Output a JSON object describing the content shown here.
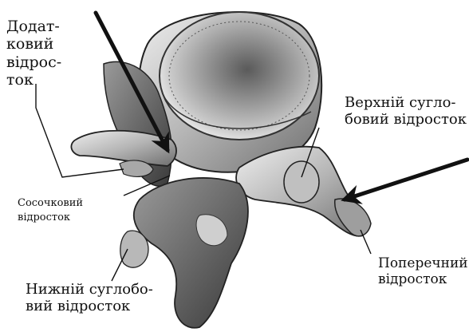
{
  "labels": {
    "accessory_process": [
      "Додат-",
      "ковий",
      "відрос-",
      "ток"
    ],
    "mammillary_process": [
      "Сосочковий",
      "відросток"
    ],
    "superior_articular_process": [
      "Верхній сугло-",
      "бовий відросток"
    ],
    "transverse_process": [
      "Поперечний",
      "відросток"
    ],
    "inferior_articular_process": [
      "Нижній суглобо-",
      "вий відросток"
    ]
  },
  "colors": {
    "bone_fill": "#d9d9d9",
    "bone_shadow": "#6e6e6e",
    "ink": "#111111",
    "arrow": "#111111"
  }
}
